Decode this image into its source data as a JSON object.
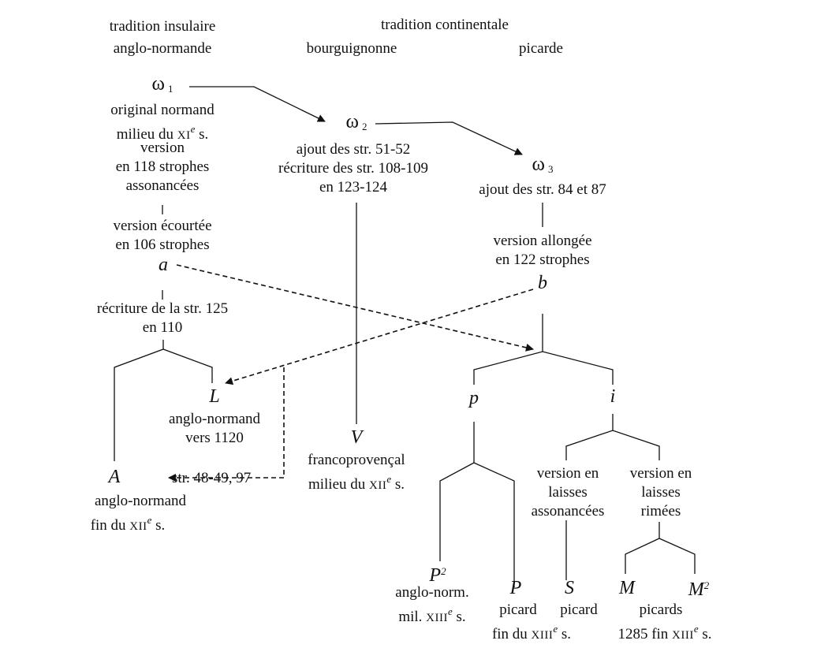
{
  "headers": {
    "insulaire_1": "tradition insulaire",
    "insulaire_2": "anglo-normande",
    "continentale": "tradition continentale",
    "bourguignonne": "bourguignonne",
    "picarde": "picarde"
  },
  "omega1": {
    "symbol": "ω",
    "index": "1",
    "lines": [
      "original normand",
      "milieu du XIe s.",
      "version",
      "en 118 strophes",
      "assonancées"
    ]
  },
  "omega2": {
    "symbol": "ω",
    "index": "2",
    "lines": [
      "ajout des str. 51-52",
      "récriture des str. 108-109",
      "en 123-124"
    ]
  },
  "omega3": {
    "symbol": "ω",
    "index": "3",
    "lines": [
      "ajout des str. 84 et 87"
    ]
  },
  "a_branch": {
    "desc": [
      "version écourtée",
      "en 106 strophes"
    ],
    "sigil": "a",
    "rewrite": [
      "récriture de la str. 125",
      "en 110"
    ]
  },
  "b_branch": {
    "desc": [
      "version allongée",
      "en 122 strophes"
    ],
    "sigil": "b"
  },
  "L": {
    "sigil": "L",
    "lines": [
      "anglo-normand",
      "vers 1120"
    ]
  },
  "V": {
    "sigil": "V",
    "lines": [
      "francoprovençal",
      "milieu du XIIe s."
    ]
  },
  "A": {
    "sigil": "A",
    "lines": [
      "anglo-normand",
      "fin du XIIe s."
    ],
    "note": "str. 48-49, 97"
  },
  "p": {
    "sigil": "p"
  },
  "i": {
    "sigil": "i"
  },
  "laisses_ass": [
    "version en",
    "laisses",
    "assonancées"
  ],
  "laisses_rim": [
    "version en",
    "laisses",
    "rimées"
  ],
  "P2": {
    "sigil": "P",
    "exp": "2",
    "lines": [
      "anglo-norm.",
      "mil. XIIIe s."
    ]
  },
  "P": {
    "sigil": "P",
    "lines": [
      "picard",
      "fin du XIIIe s."
    ]
  },
  "S": {
    "sigil": "S",
    "lines": [
      "picard"
    ]
  },
  "M": {
    "sigil": "M"
  },
  "M2": {
    "sigil": "M",
    "exp": "2"
  },
  "M_group": {
    "lines": [
      "picards",
      "1285 fin XIIIe s."
    ]
  }
}
